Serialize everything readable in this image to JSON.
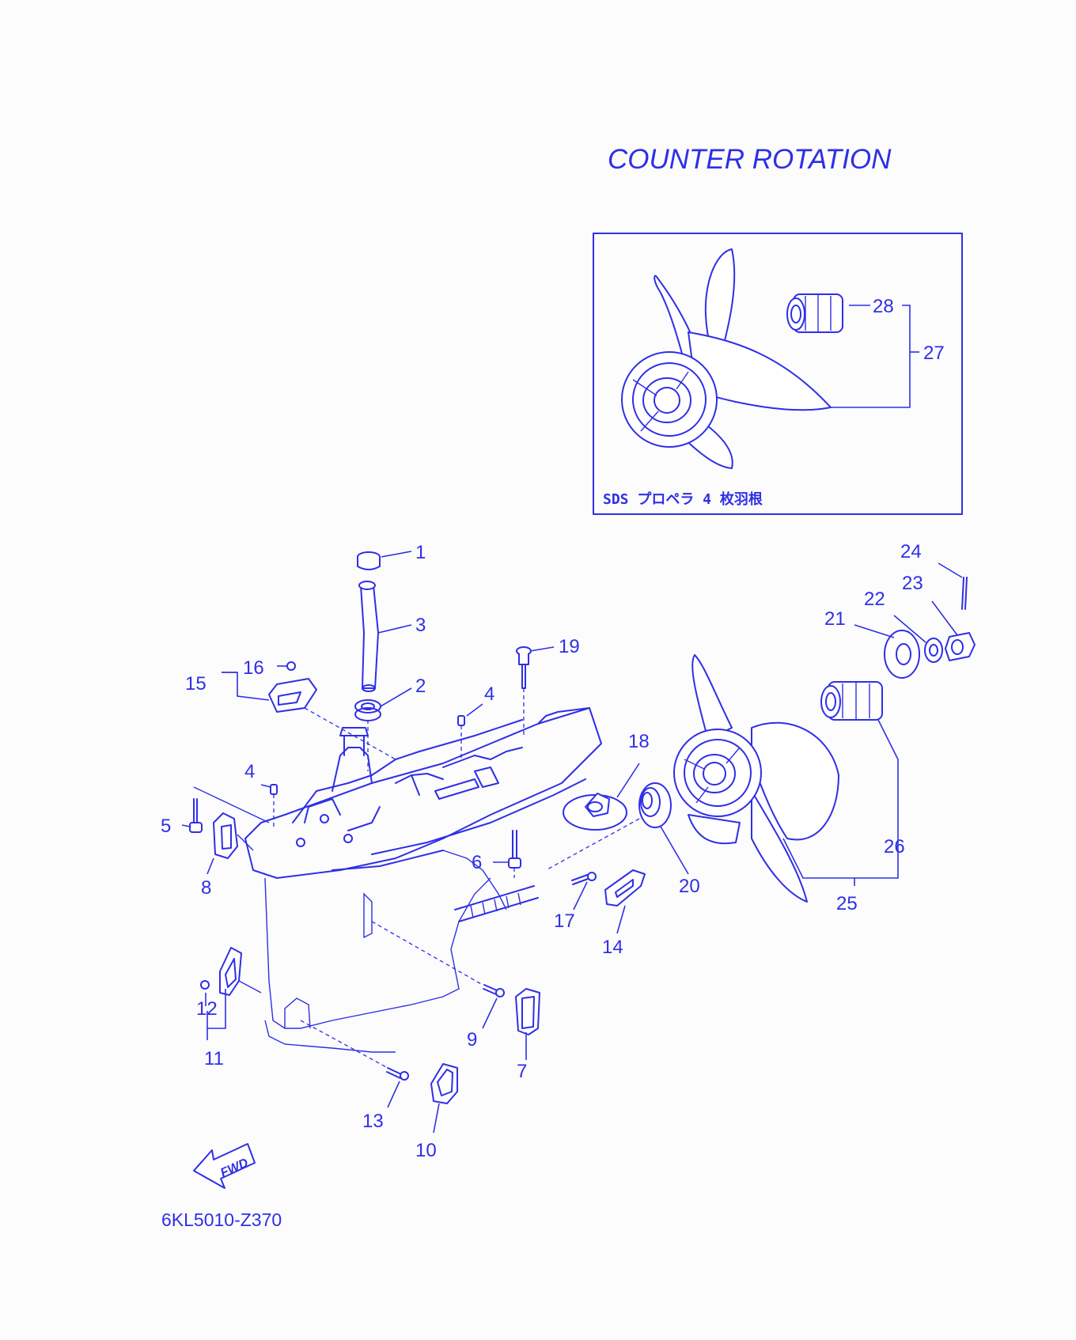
{
  "diagram": {
    "title": "COUNTER ROTATION",
    "inset_caption": "SDS プロペラ 4 枚羽根",
    "diagram_code": "6KL5010-Z370",
    "fwd_label": "FWD",
    "colors": {
      "ink": "#2f2fe6",
      "background": "#fcfcfd"
    },
    "callouts": {
      "c1": "1",
      "c2": "2",
      "c3": "3",
      "c4a": "4",
      "c4b": "4",
      "c5": "5",
      "c6": "6",
      "c7": "7",
      "c8": "8",
      "c9": "9",
      "c10": "10",
      "c11": "11",
      "c12": "12",
      "c13": "13",
      "c14": "14",
      "c15": "15",
      "c16": "16",
      "c17": "17",
      "c18": "18",
      "c19": "19",
      "c20": "20",
      "c21": "21",
      "c22": "22",
      "c23": "23",
      "c24": "24",
      "c25": "25",
      "c26": "26",
      "c27": "27",
      "c28": "28"
    }
  }
}
